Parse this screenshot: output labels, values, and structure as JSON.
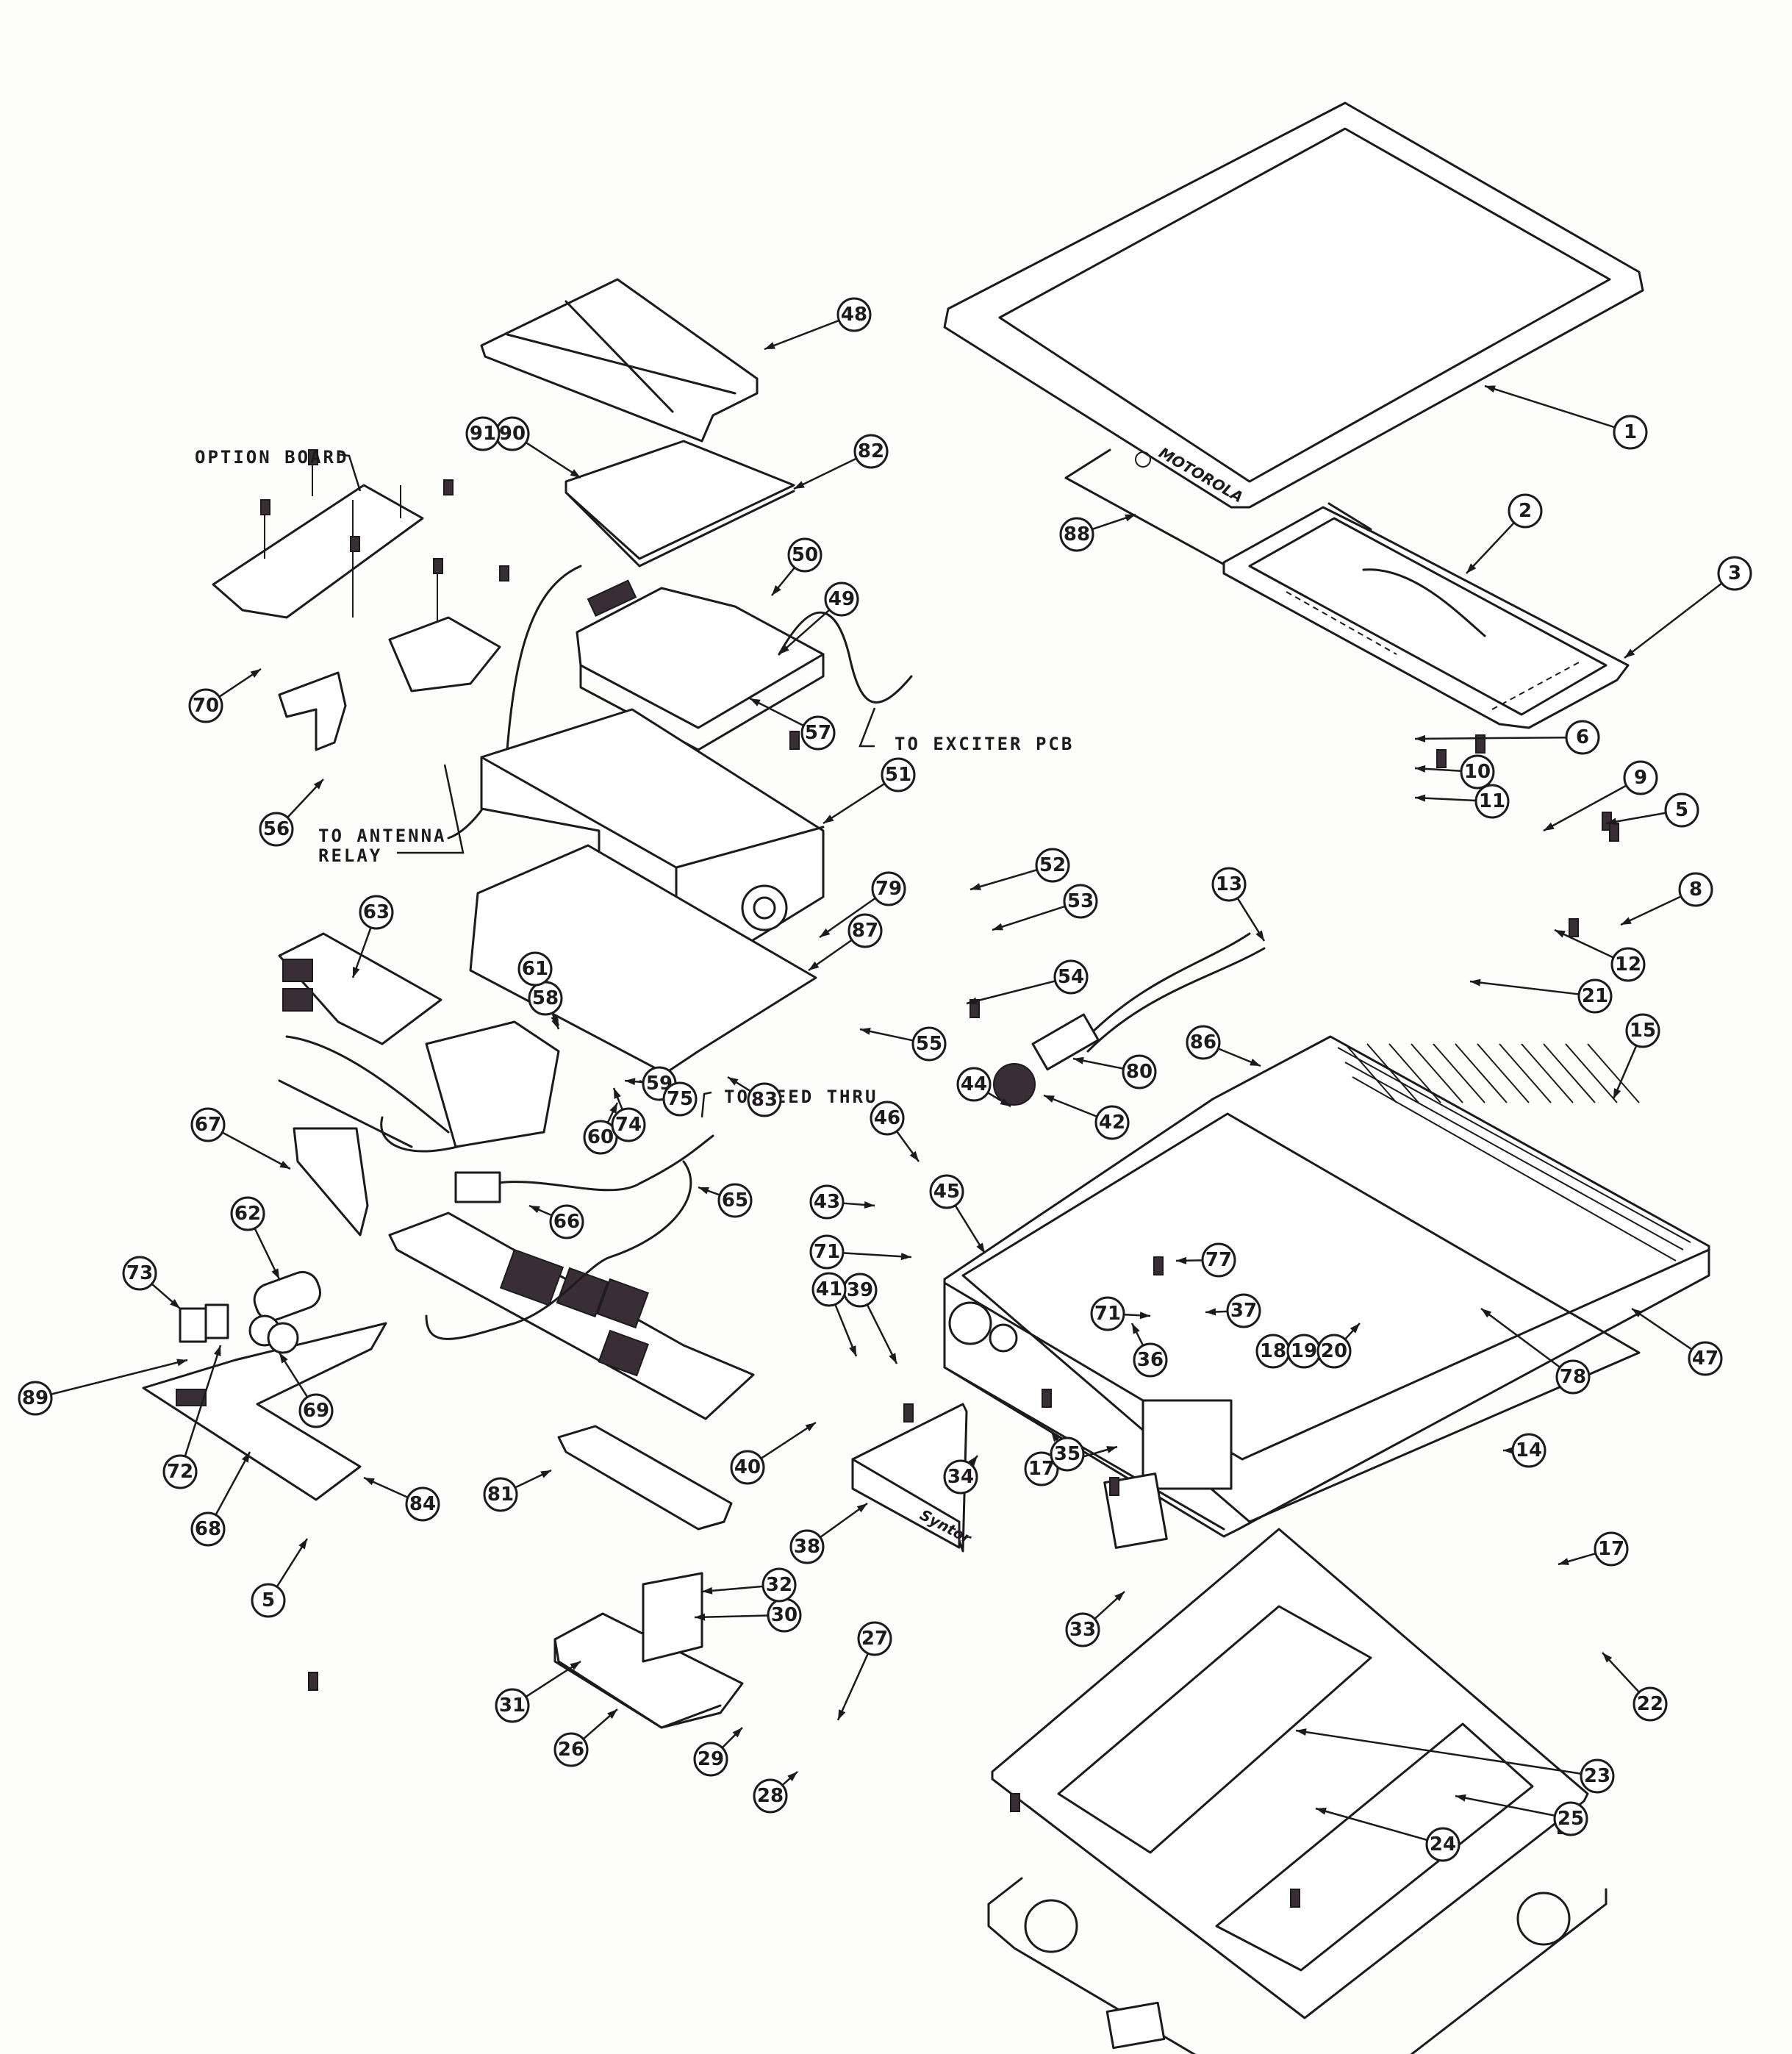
{
  "diagram": {
    "title": "Exploded view parts diagram",
    "brand_logo_text": "MOTOROLA",
    "model_badge_text": "Syntor",
    "annotations": {
      "option_board": "OPTION BOARD",
      "to_exciter_pcb": "TO EXCITER PCB",
      "to_antenna_relay_line1": "TO ANTENNA",
      "to_antenna_relay_line2": "RELAY",
      "to_feed_thru": "TO FEED THRU"
    },
    "callouts": [
      {
        "id": "c1",
        "label": "1"
      },
      {
        "id": "c2",
        "label": "2"
      },
      {
        "id": "c3",
        "label": "3"
      },
      {
        "id": "c5a",
        "label": "5"
      },
      {
        "id": "c5b",
        "label": "5"
      },
      {
        "id": "c6",
        "label": "6"
      },
      {
        "id": "c8",
        "label": "8"
      },
      {
        "id": "c9",
        "label": "9"
      },
      {
        "id": "c10",
        "label": "10"
      },
      {
        "id": "c11",
        "label": "11"
      },
      {
        "id": "c12",
        "label": "12"
      },
      {
        "id": "c13",
        "label": "13"
      },
      {
        "id": "c14",
        "label": "14"
      },
      {
        "id": "c15",
        "label": "15"
      },
      {
        "id": "c17a",
        "label": "17"
      },
      {
        "id": "c17b",
        "label": "17"
      },
      {
        "id": "c18",
        "label": "18"
      },
      {
        "id": "c19",
        "label": "19"
      },
      {
        "id": "c20",
        "label": "20"
      },
      {
        "id": "c21",
        "label": "21"
      },
      {
        "id": "c22",
        "label": "22"
      },
      {
        "id": "c23",
        "label": "23"
      },
      {
        "id": "c24",
        "label": "24"
      },
      {
        "id": "c25",
        "label": "25"
      },
      {
        "id": "c26",
        "label": "26"
      },
      {
        "id": "c27",
        "label": "27"
      },
      {
        "id": "c28",
        "label": "28"
      },
      {
        "id": "c29",
        "label": "29"
      },
      {
        "id": "c30",
        "label": "30"
      },
      {
        "id": "c31",
        "label": "31"
      },
      {
        "id": "c32",
        "label": "32"
      },
      {
        "id": "c33",
        "label": "33"
      },
      {
        "id": "c34",
        "label": "34"
      },
      {
        "id": "c35",
        "label": "35"
      },
      {
        "id": "c36",
        "label": "36"
      },
      {
        "id": "c37",
        "label": "37"
      },
      {
        "id": "c38",
        "label": "38"
      },
      {
        "id": "c39",
        "label": "39"
      },
      {
        "id": "c40",
        "label": "40"
      },
      {
        "id": "c41",
        "label": "41"
      },
      {
        "id": "c42",
        "label": "42"
      },
      {
        "id": "c43",
        "label": "43"
      },
      {
        "id": "c44",
        "label": "44"
      },
      {
        "id": "c45",
        "label": "45"
      },
      {
        "id": "c46",
        "label": "46"
      },
      {
        "id": "c47",
        "label": "47"
      },
      {
        "id": "c48",
        "label": "48"
      },
      {
        "id": "c49",
        "label": "49"
      },
      {
        "id": "c50",
        "label": "50"
      },
      {
        "id": "c51",
        "label": "51"
      },
      {
        "id": "c52",
        "label": "52"
      },
      {
        "id": "c53",
        "label": "53"
      },
      {
        "id": "c54",
        "label": "54"
      },
      {
        "id": "c55",
        "label": "55"
      },
      {
        "id": "c56",
        "label": "56"
      },
      {
        "id": "c57",
        "label": "57"
      },
      {
        "id": "c58",
        "label": "58"
      },
      {
        "id": "c59",
        "label": "59"
      },
      {
        "id": "c60",
        "label": "60"
      },
      {
        "id": "c61",
        "label": "61"
      },
      {
        "id": "c62",
        "label": "62"
      },
      {
        "id": "c63",
        "label": "63"
      },
      {
        "id": "c65",
        "label": "65"
      },
      {
        "id": "c66",
        "label": "66"
      },
      {
        "id": "c67",
        "label": "67"
      },
      {
        "id": "c68",
        "label": "68"
      },
      {
        "id": "c69",
        "label": "69"
      },
      {
        "id": "c70",
        "label": "70"
      },
      {
        "id": "c71a",
        "label": "71"
      },
      {
        "id": "c71b",
        "label": "71"
      },
      {
        "id": "c72",
        "label": "72"
      },
      {
        "id": "c73",
        "label": "73"
      },
      {
        "id": "c74",
        "label": "74"
      },
      {
        "id": "c75",
        "label": "75"
      },
      {
        "id": "c77",
        "label": "77"
      },
      {
        "id": "c78",
        "label": "78"
      },
      {
        "id": "c79",
        "label": "79"
      },
      {
        "id": "c80",
        "label": "80"
      },
      {
        "id": "c81",
        "label": "81"
      },
      {
        "id": "c82",
        "label": "82"
      },
      {
        "id": "c83",
        "label": "83"
      },
      {
        "id": "c84",
        "label": "84"
      },
      {
        "id": "c86",
        "label": "86"
      },
      {
        "id": "c87",
        "label": "87"
      },
      {
        "id": "c88",
        "label": "88"
      },
      {
        "id": "c89",
        "label": "89"
      },
      {
        "id": "c90",
        "label": "90"
      },
      {
        "id": "c91",
        "label": "91"
      }
    ]
  }
}
